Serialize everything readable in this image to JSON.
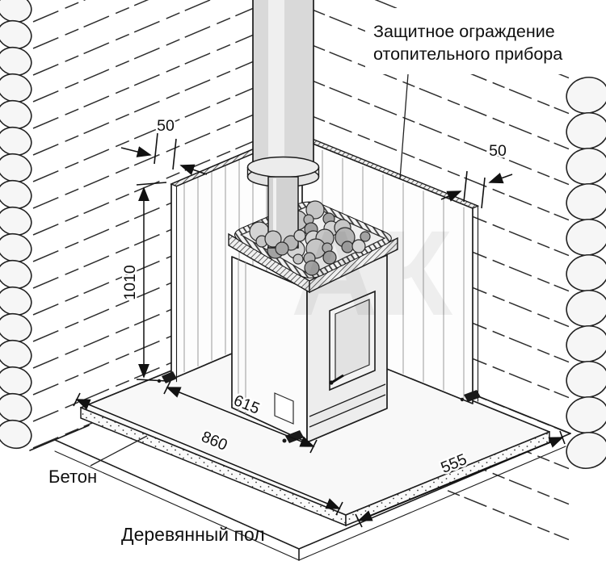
{
  "diagram": {
    "callout": {
      "line1": "Защитное ограждение",
      "line2": "отопительного прибора"
    },
    "labels": {
      "concrete": "Бетон",
      "wooden_floor": "Деревянный пол"
    },
    "dimensions": {
      "gap_left": "50",
      "gap_right": "50",
      "screen_height": "1010",
      "inner_depth": "615",
      "slab_depth": "860",
      "slab_width": "555"
    },
    "watermark": "АК"
  }
}
